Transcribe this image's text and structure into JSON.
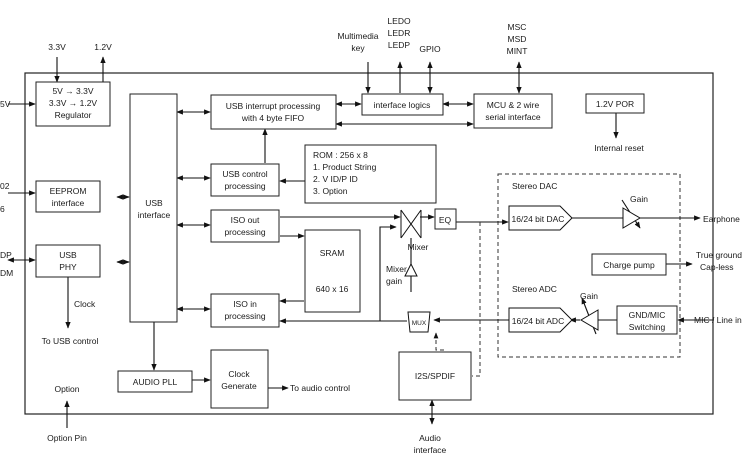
{
  "labels": {
    "v33": "3.3V",
    "v12": "1.2V",
    "v5_in": "5V",
    "regulator": [
      "5V → 3.3V",
      "3.3V → 1.2V",
      "Regulator"
    ],
    "usb_interrupt": [
      "USB interrupt processing",
      "with 4 byte FIFO"
    ],
    "interface_logics": "interface logics",
    "mcu": [
      "MCU & 2 wire",
      "serial interface"
    ],
    "por": "1.2V POR",
    "internal_reset": "Internal reset",
    "multimedia_key": [
      "Multimedia",
      "key"
    ],
    "led": [
      "LEDO",
      "LEDR",
      "LEDP"
    ],
    "gpio": "GPIO",
    "msc": [
      "MSC",
      "MSD",
      "MINT"
    ],
    "rom": [
      "ROM : 256 x 8",
      "1. Product String",
      "2. V ID/P ID",
      "3. Option"
    ],
    "usb_control": [
      "USB control",
      "processing"
    ],
    "eeprom": [
      "EEPROM",
      "interface"
    ],
    "eeprom_left_pins": [
      "02",
      "6"
    ],
    "usb_interface": [
      "USB",
      "interface"
    ],
    "usb_phy": [
      "USB",
      "PHY"
    ],
    "phy_left_pins": [
      "DP",
      "DM"
    ],
    "clock": "Clock",
    "to_usb_control": "To USB control",
    "iso_out": [
      "ISO out",
      "processing"
    ],
    "iso_in": [
      "ISO in",
      "processing"
    ],
    "sram": [
      "SRAM",
      "640 x 16"
    ],
    "mixer": "Mixer",
    "mixer_gain": [
      "Mixer",
      "gain"
    ],
    "eq": "EQ",
    "stereo_dac": "Stereo DAC",
    "dac_block": "16/24 bit DAC",
    "gain_top": "Gain",
    "earphone": "Earphone",
    "charge_pump": "Charge pump",
    "true_ground": [
      "True ground",
      "Cap-less"
    ],
    "stereo_adc": "Stereo ADC",
    "adc_block": "16/24 bit ADC",
    "gain_bottom": "Gain",
    "gnd_mic": [
      "GND/MIC",
      "Switching"
    ],
    "mic_line": "MIC / Line in",
    "mux": "MUX",
    "i2s": "I2S/SPDIF",
    "audio_interface": [
      "Audio",
      "interface"
    ],
    "audio_pll": "AUDIO PLL",
    "clock_generate": [
      "Clock",
      "Generate"
    ],
    "to_audio_control": "To audio control",
    "option": "Option",
    "option_pin": "Option Pin"
  }
}
